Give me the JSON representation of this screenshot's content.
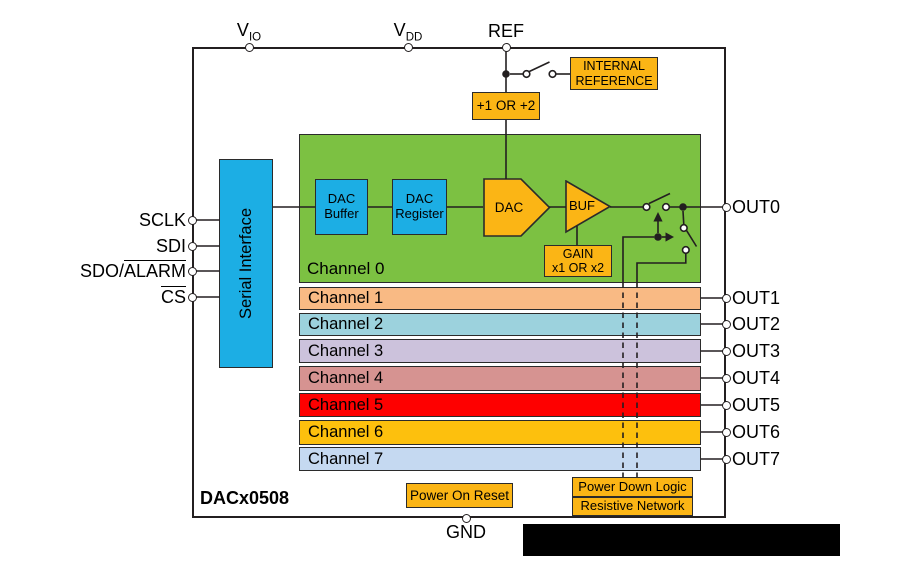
{
  "palette": {
    "amber": "#FBB515",
    "blue": "#1CAEE4",
    "wire": "#231F20",
    "redaction": "#000000"
  },
  "chip": {
    "name": "DACx0508"
  },
  "pins": {
    "top": [
      {
        "base": "V",
        "sub": "IO"
      },
      {
        "base": "V",
        "sub": "DD"
      },
      {
        "base": "REF",
        "sub": ""
      }
    ],
    "left": [
      {
        "plain": "SCLK",
        "overline": ""
      },
      {
        "plain": "SDI",
        "overline": ""
      },
      {
        "plain": "SDO/",
        "overline": "ALARM"
      },
      {
        "plain": "",
        "overline": "CS"
      }
    ],
    "right": [
      "OUT0",
      "OUT1",
      "OUT2",
      "OUT3",
      "OUT4",
      "OUT5",
      "OUT6",
      "OUT7"
    ],
    "bottom": [
      "GND"
    ]
  },
  "blocks": {
    "serial_interface": "Serial Interface",
    "dac_buffer": [
      "DAC",
      "Buffer"
    ],
    "dac_register": [
      "DAC",
      "Register"
    ],
    "dac": "DAC",
    "buf": "BUF",
    "gain": [
      "GAIN",
      "x1 OR x2"
    ],
    "internal_reference": [
      "INTERNAL",
      "REFERENCE"
    ],
    "ref_divider": "+1 OR +2",
    "power_on_reset": "Power On Reset",
    "power_down_logic": "Power Down Logic",
    "resistive_network": "Resistive Network"
  },
  "channels": [
    {
      "label": "Channel 0",
      "color": "#7CC142"
    },
    {
      "label": "Channel 1",
      "color": "#F9BA84"
    },
    {
      "label": "Channel 2",
      "color": "#9CD2DD"
    },
    {
      "label": "Channel 3",
      "color": "#CCC2DC"
    },
    {
      "label": "Channel 4",
      "color": "#D69391"
    },
    {
      "label": "Channel 5",
      "color": "#FE0000"
    },
    {
      "label": "Channel 6",
      "color": "#FDC00D"
    },
    {
      "label": "Channel 7",
      "color": "#C5D9F1"
    }
  ]
}
